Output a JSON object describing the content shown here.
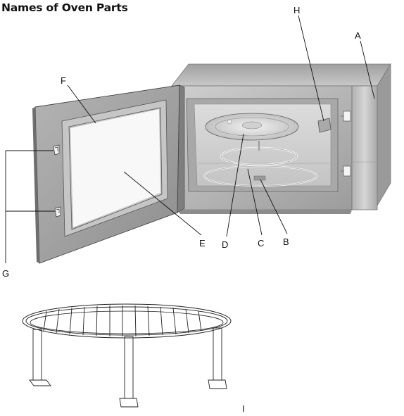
{
  "title": "Names of Oven Parts",
  "labels": {
    "A": "A",
    "B": "B",
    "C": "C",
    "D": "D",
    "E": "E",
    "F": "F",
    "G": "G",
    "H": "H",
    "I": "I"
  },
  "colors": {
    "oven_body": "#b9b9b9",
    "oven_dark": "#8a8a8a",
    "cavity": "#e2e2e2",
    "door_frame": "#a9a9a9",
    "door_window": "#f6f6f6",
    "line": "#111111"
  }
}
